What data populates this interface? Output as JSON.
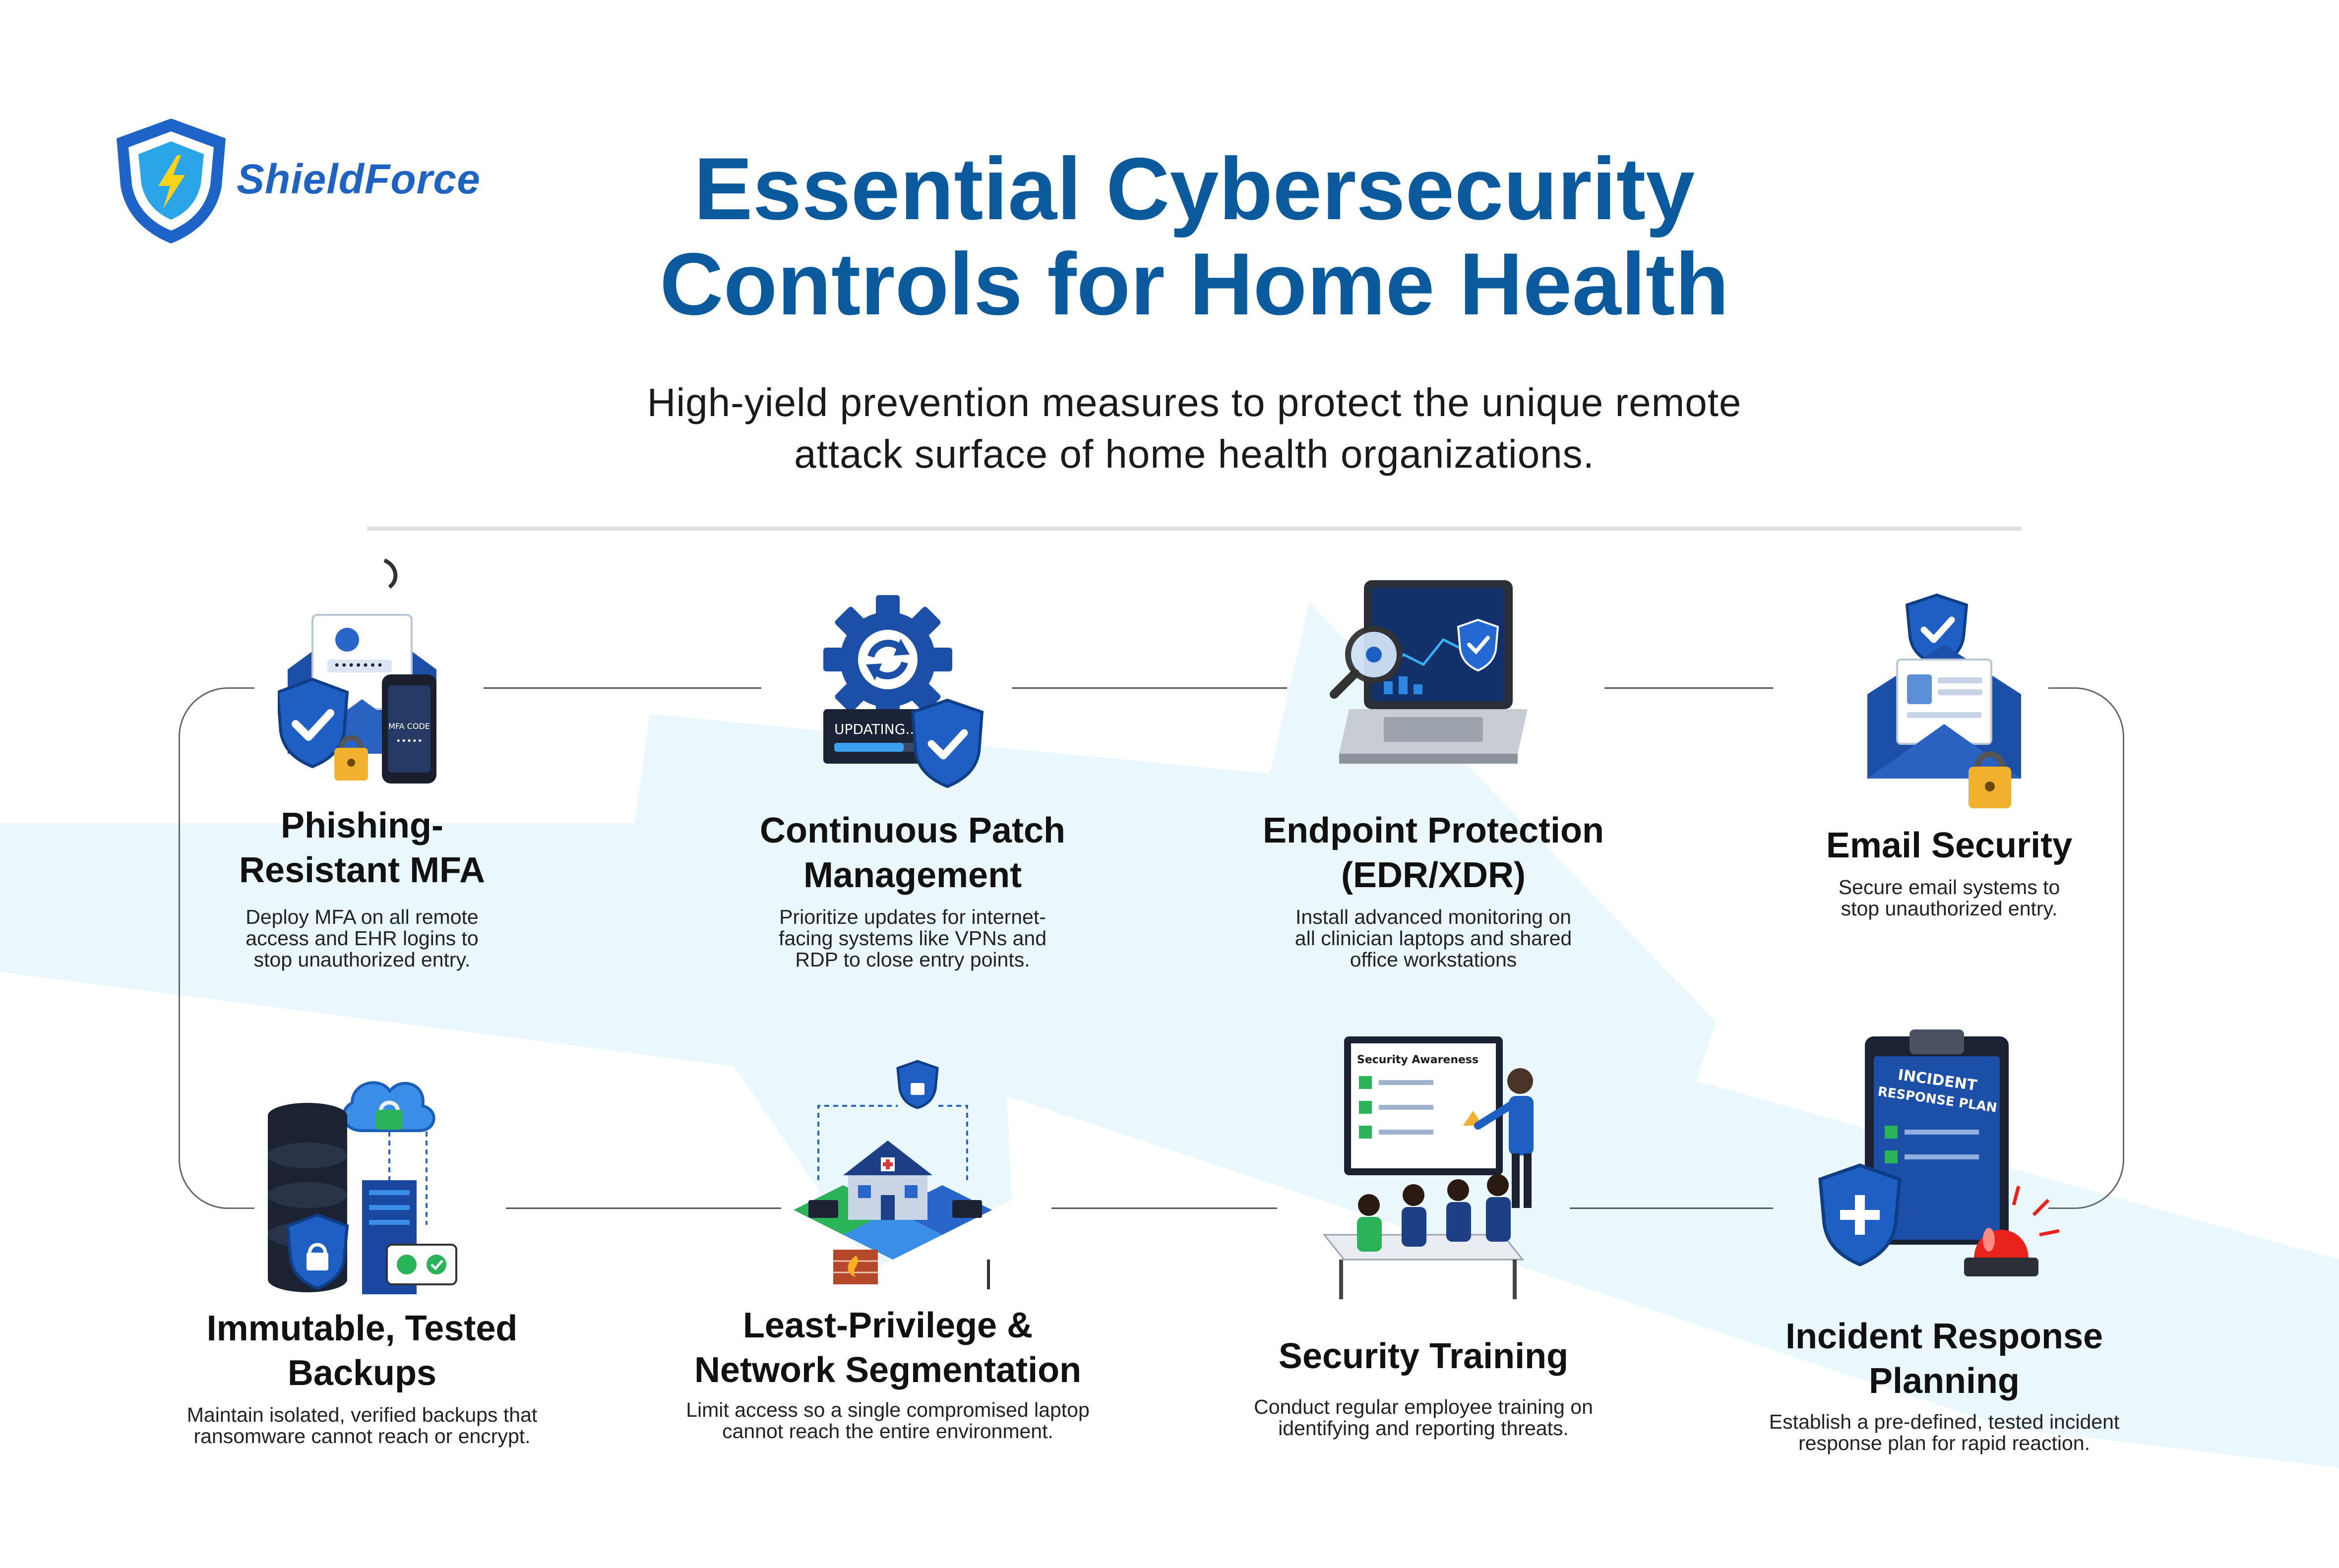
{
  "brand": {
    "name": "ShieldForce"
  },
  "header": {
    "title_lines": [
      "Essential Cybersecurity",
      "Controls for Home Health"
    ],
    "subtitle_lines": [
      "High-yield prevention measures to protect the unique remote",
      "attack surface of home health organizations."
    ]
  },
  "icon_text": {
    "mfa_code": "MFA CODE",
    "updating": "UPDATING...",
    "sa_board": "Security Awareness",
    "irp_line1": "INCIDENT",
    "irp_line2": "RESPONSE PLAN"
  },
  "controls": [
    {
      "title_lines": [
        "Phishing-",
        "Resistant MFA"
      ],
      "desc_lines": [
        "Deploy MFA on all remote",
        "access and EHR logins to",
        "stop unauthorized entry."
      ],
      "icon": "phishing-mfa-icon"
    },
    {
      "title_lines": [
        "Continuous Patch",
        "Management"
      ],
      "desc_lines": [
        "Prioritize updates for internet-",
        "facing systems like VPNs and",
        "RDP to close entry points."
      ],
      "icon": "patch-update-gear-icon"
    },
    {
      "title_lines": [
        "Endpoint Protection",
        "(EDR/XDR)"
      ],
      "desc_lines": [
        "Install advanced monitoring on",
        "all clinician laptops and shared",
        "office workstations"
      ],
      "icon": "laptop-shield-icon"
    },
    {
      "title_lines": [
        "Email Security"
      ],
      "desc_lines": [
        "Secure email systems to",
        "stop unauthorized entry."
      ],
      "icon": "email-lock-icon"
    },
    {
      "title_lines": [
        "Immutable, Tested",
        "Backups"
      ],
      "desc_lines": [
        "Maintain isolated, verified backups that",
        "ransomware cannot reach or encrypt."
      ],
      "icon": "server-cloud-backup-icon"
    },
    {
      "title_lines": [
        "Least-Privilege &",
        "Network Segmentation"
      ],
      "desc_lines": [
        "Limit access so a single compromised laptop",
        "cannot reach the entire environment."
      ],
      "icon": "network-segmentation-icon"
    },
    {
      "title_lines": [
        "Security Training"
      ],
      "desc_lines": [
        "Conduct regular employee training on",
        "identifying and reporting threats."
      ],
      "icon": "security-training-icon"
    },
    {
      "title_lines": [
        "Incident Response",
        "Planning"
      ],
      "desc_lines": [
        "Establish a pre-defined, tested incident",
        "response plan for rapid reaction."
      ],
      "icon": "incident-response-plan-icon"
    }
  ],
  "colors": {
    "title": "#0c5a9e",
    "brand": "#1f63c2",
    "shield": "#1e5fc4",
    "dark_blue": "#10316b",
    "background_streak": "#e8f6fd"
  }
}
